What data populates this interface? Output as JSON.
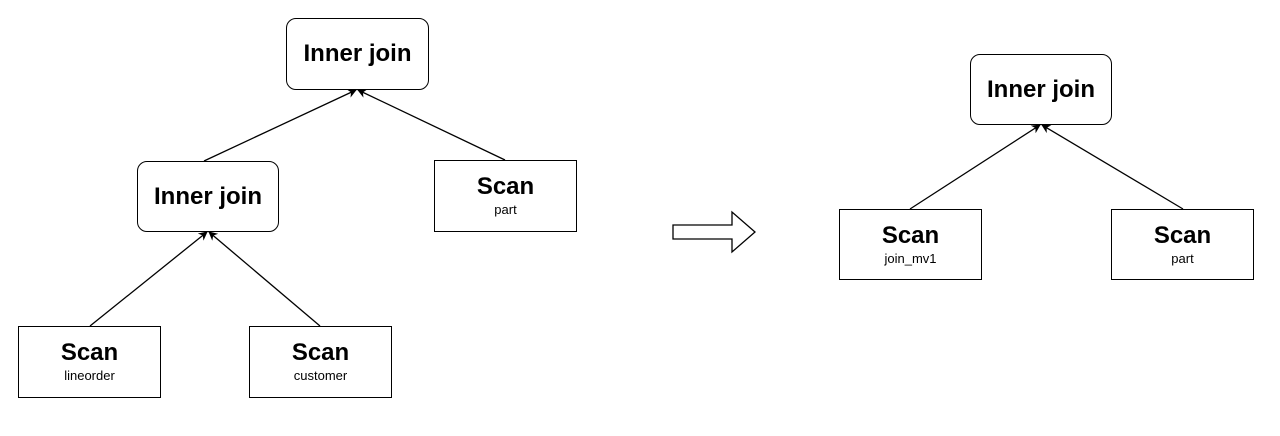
{
  "left_tree": {
    "root": {
      "title": "Inner join"
    },
    "join": {
      "title": "Inner join"
    },
    "scan_part": {
      "title": "Scan",
      "table": "part"
    },
    "scan_lineorder": {
      "title": "Scan",
      "table": "lineorder"
    },
    "scan_customer": {
      "title": "Scan",
      "table": "customer"
    }
  },
  "right_tree": {
    "root": {
      "title": "Inner join"
    },
    "scan_mv": {
      "title": "Scan",
      "table": "join_mv1"
    },
    "scan_part": {
      "title": "Scan",
      "table": "part"
    }
  },
  "colors": {
    "stroke": "#000000",
    "fill": "#ffffff"
  },
  "icons": {
    "transform_arrow": "hollow-right-arrow-icon"
  }
}
